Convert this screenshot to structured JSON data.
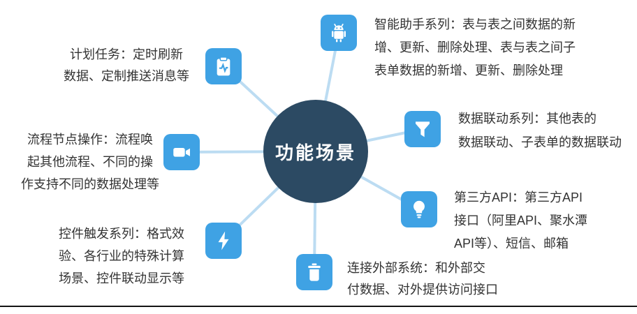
{
  "center": {
    "label": "功能场景"
  },
  "colors": {
    "center_bg": "#2c4a63",
    "accent": "#3fa2e4",
    "connector": "#bcdcf2",
    "text": "#333333"
  },
  "nodes": [
    {
      "name": "scheduled-tasks",
      "icon": "clipboard-pulse-icon",
      "text": "计划任务：定时刷新\n数据、定制推送消息等"
    },
    {
      "name": "smart-assistant",
      "icon": "android-icon",
      "text": "智能助手系列：表与表之间数据的新\n增、更新、删除处理、表与表之间子\n表单数据的新增、更新、删除处理"
    },
    {
      "name": "flow-node-ops",
      "icon": "video-camera-icon",
      "text": "流程节点操作：流程唤\n起其他流程、不同的操\n作支持不同的数据处理等"
    },
    {
      "name": "data-linkage",
      "icon": "funnel-icon",
      "text": "数据联动系列：其他表的\n数据联动、子表单的数据联动"
    },
    {
      "name": "third-party-api",
      "icon": "lightbulb-icon",
      "text": "第三方API：第三方API\n接口（阿里API、聚水潭\nAPI等）、短信、邮箱"
    },
    {
      "name": "widget-trigger",
      "icon": "lightning-icon",
      "text": "控件触发系列：格式效\n验、各行业的特殊计算\n场景、控件联动显示等"
    },
    {
      "name": "external-system",
      "icon": "trash-icon",
      "text": "连接外部系统：和外部交\n付数据、对外提供访问接口"
    }
  ]
}
